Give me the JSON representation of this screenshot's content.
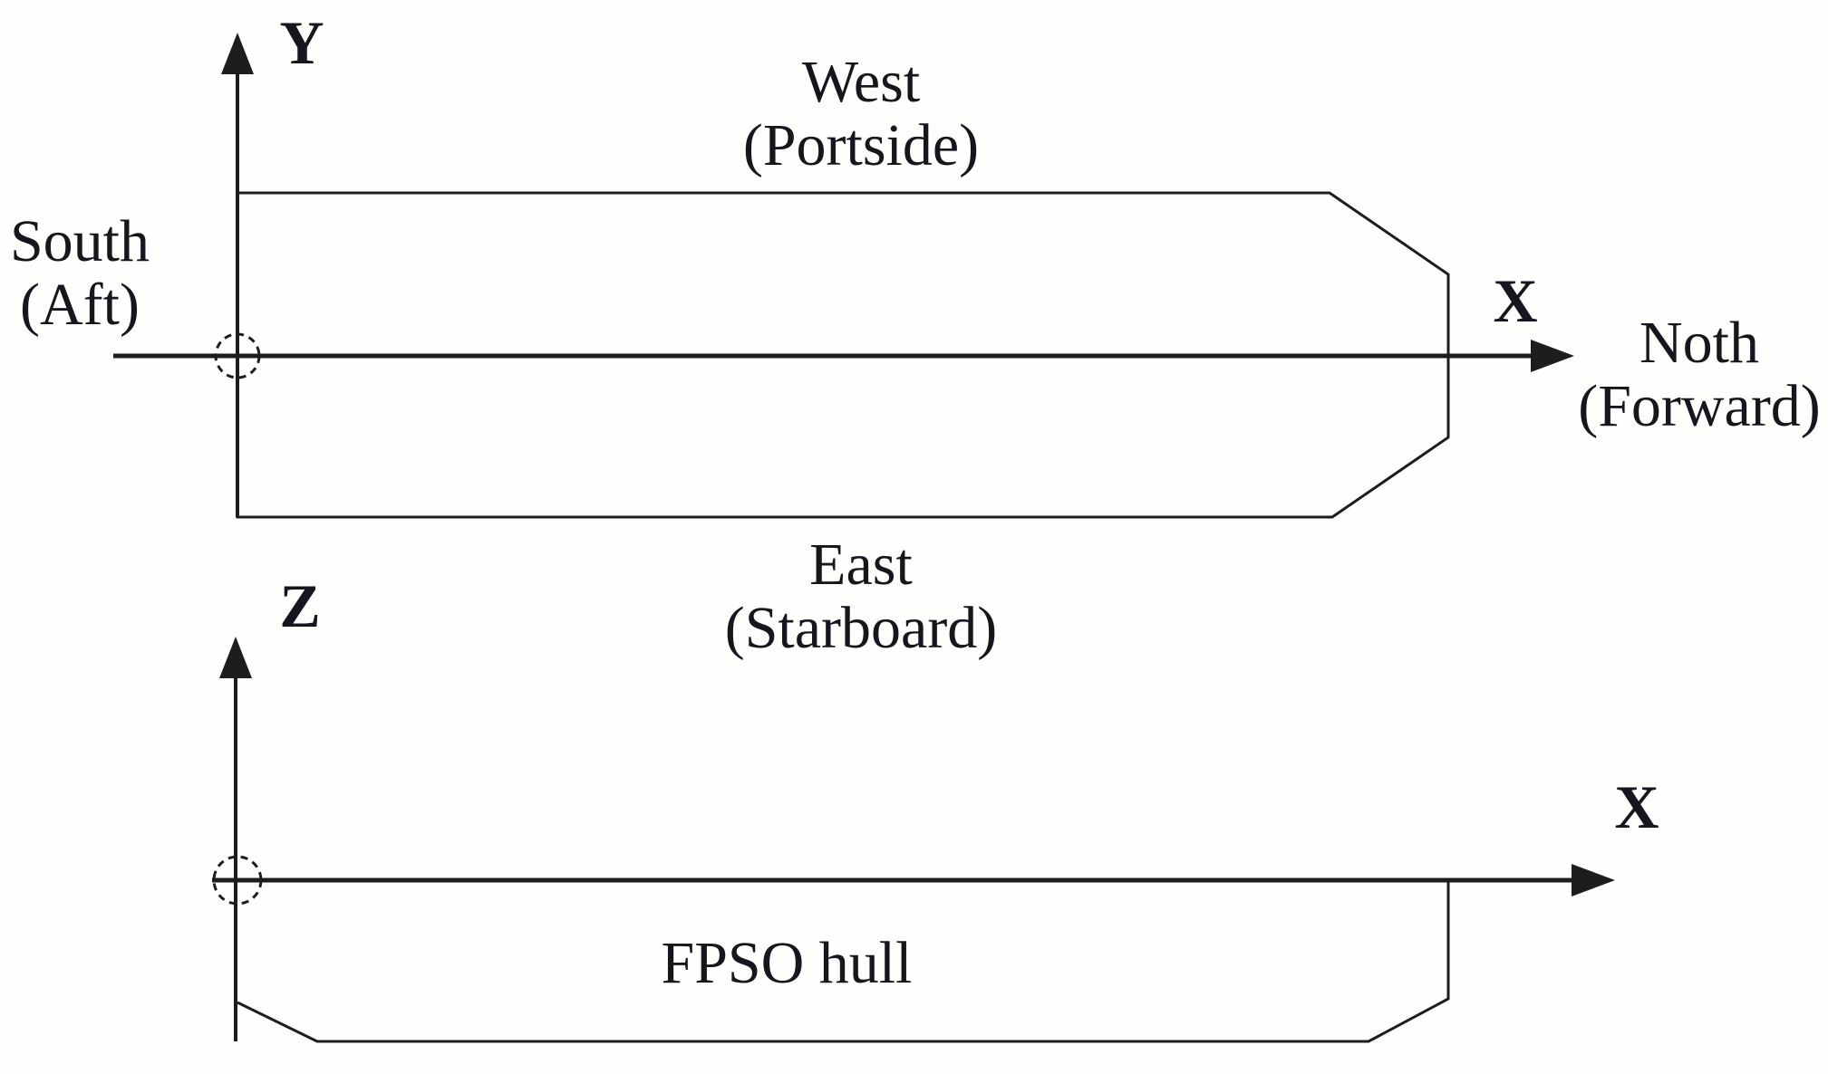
{
  "colors": {
    "background": "#fffefd",
    "line": "#1d1d1d",
    "text": "#16161e"
  },
  "top_view": {
    "y_axis_label": "Y",
    "x_axis_label": "X",
    "west": {
      "line1": "West",
      "line2": "(Portside)"
    },
    "south": {
      "line1": "South",
      "line2": "(Aft)"
    },
    "north": {
      "line1": "Noth",
      "line2": "(Forward)"
    },
    "east": {
      "line1": "East",
      "line2": "(Starboard)"
    }
  },
  "side_view": {
    "z_axis_label": "Z",
    "x_axis_label": "X",
    "hull_label": "FPSO hull"
  }
}
